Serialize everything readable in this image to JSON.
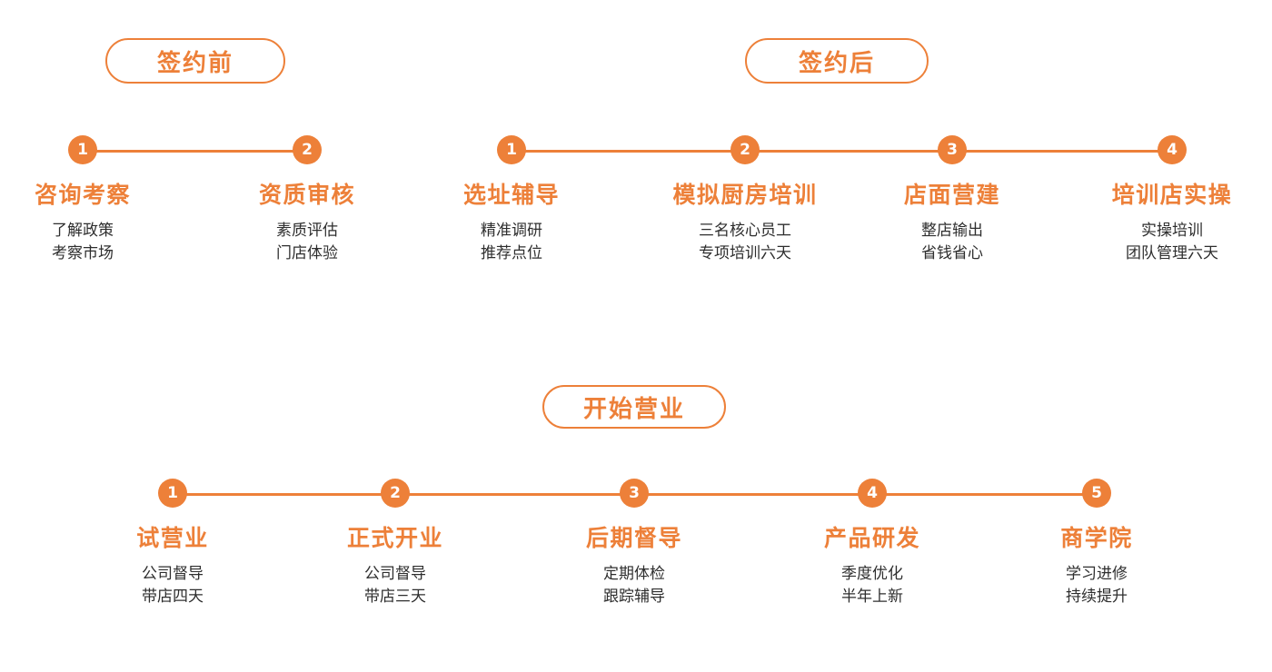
{
  "sections": [
    {
      "id": "pre",
      "header": "签约前",
      "steps": [
        {
          "num": "1",
          "title": "咨询考察",
          "lines": [
            "了解政策",
            "考察市场"
          ]
        },
        {
          "num": "2",
          "title": "资质审核",
          "lines": [
            "素质评估",
            "门店体验"
          ]
        }
      ]
    },
    {
      "id": "post",
      "header": "签约后",
      "steps": [
        {
          "num": "1",
          "title": "选址辅导",
          "lines": [
            "精准调研",
            "推荐点位"
          ]
        },
        {
          "num": "2",
          "title": "模拟厨房培训",
          "lines": [
            "三名核心员工",
            "专项培训六天"
          ]
        },
        {
          "num": "3",
          "title": "店面营建",
          "lines": [
            "整店输出",
            "省钱省心"
          ]
        },
        {
          "num": "4",
          "title": "培训店实操",
          "lines": [
            "实操培训",
            "团队管理六天"
          ]
        }
      ]
    },
    {
      "id": "open",
      "header": "开始营业",
      "steps": [
        {
          "num": "1",
          "title": "试营业",
          "lines": [
            "公司督导",
            "带店四天"
          ]
        },
        {
          "num": "2",
          "title": "正式开业",
          "lines": [
            "公司督导",
            "带店三天"
          ]
        },
        {
          "num": "3",
          "title": "后期督导",
          "lines": [
            "定期体检",
            "跟踪辅导"
          ]
        },
        {
          "num": "4",
          "title": "产品研发",
          "lines": [
            "季度优化",
            "半年上新"
          ]
        },
        {
          "num": "5",
          "title": "商学院",
          "lines": [
            "学习进修",
            "持续提升"
          ]
        }
      ]
    }
  ],
  "colors": {
    "accent": "#ED8039",
    "text": "#2e2e2e",
    "background": "#ffffff"
  }
}
